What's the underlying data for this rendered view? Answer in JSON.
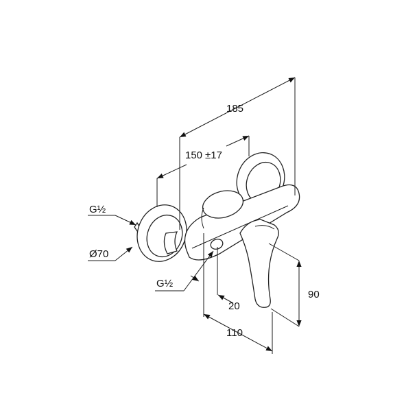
{
  "drawing": {
    "dimensions": {
      "overall_depth": "185",
      "connection_spacing": "150",
      "connection_tolerance": "±17",
      "inlet_thread": "G½",
      "rosette_diameter": "Ø70",
      "outlet_thread": "G½",
      "outlet_offset": "20",
      "handle_height": "90",
      "projection": "110"
    }
  }
}
